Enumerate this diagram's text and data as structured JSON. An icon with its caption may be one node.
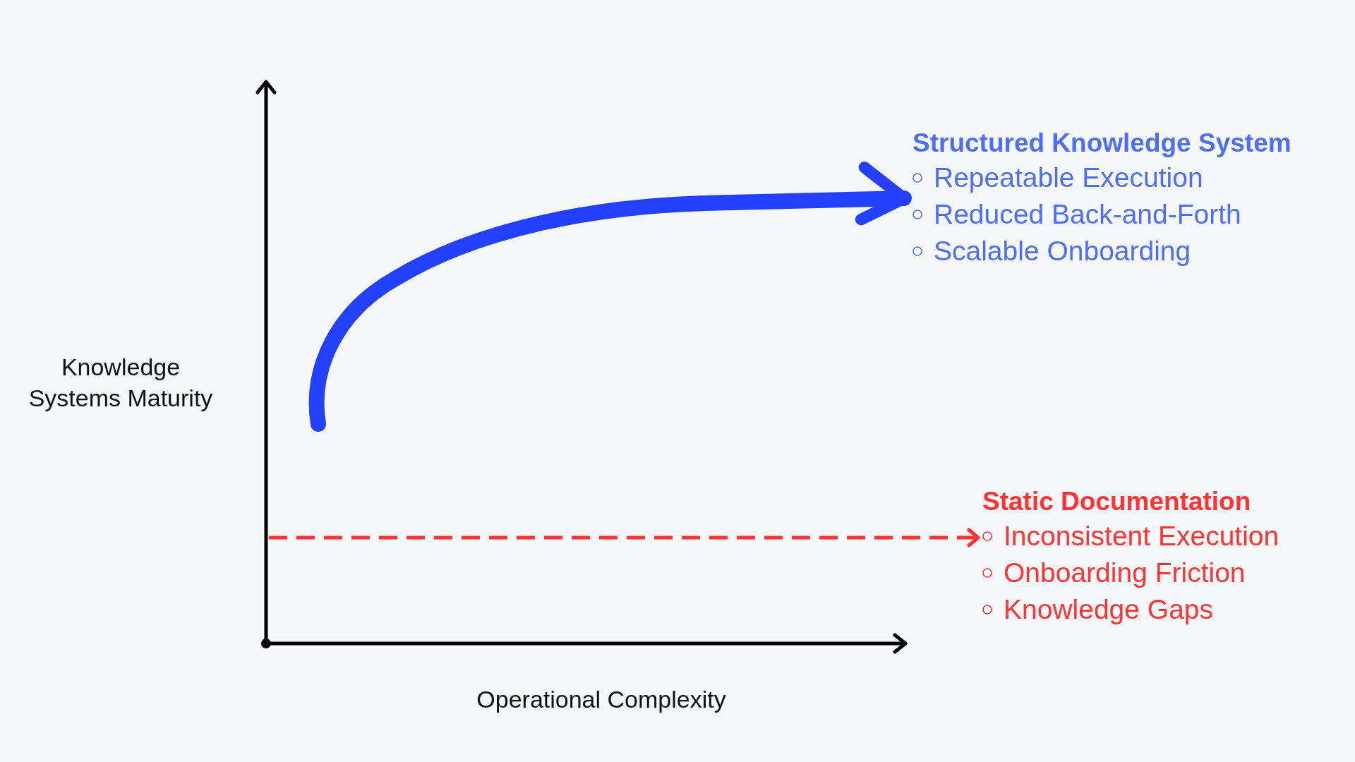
{
  "diagram": {
    "nodes": [
      {
        "text": [
          "Structured Knowledge System",
          "Repeatable Execution",
          "Reduced Back-and-Forth",
          "Scalable Onboarding"
        ]
      },
      {
        "text": [
          "Static Documentation",
          "Inconsistent Execution",
          "Onboarding Friction",
          "Knowledge Gaps"
        ]
      }
    ],
    "edges": [
      {
        "from": null,
        "to": 0,
        "arrow": "to",
        "style": "thick",
        "color": "#2440ff"
      },
      {
        "from": null,
        "to": 1,
        "arrow": "to",
        "style": "dashed",
        "color": "#ff3333"
      }
    ],
    "labels": [
      "Knowledge Systems Maturity",
      "Operational Complexity"
    ]
  }
}
